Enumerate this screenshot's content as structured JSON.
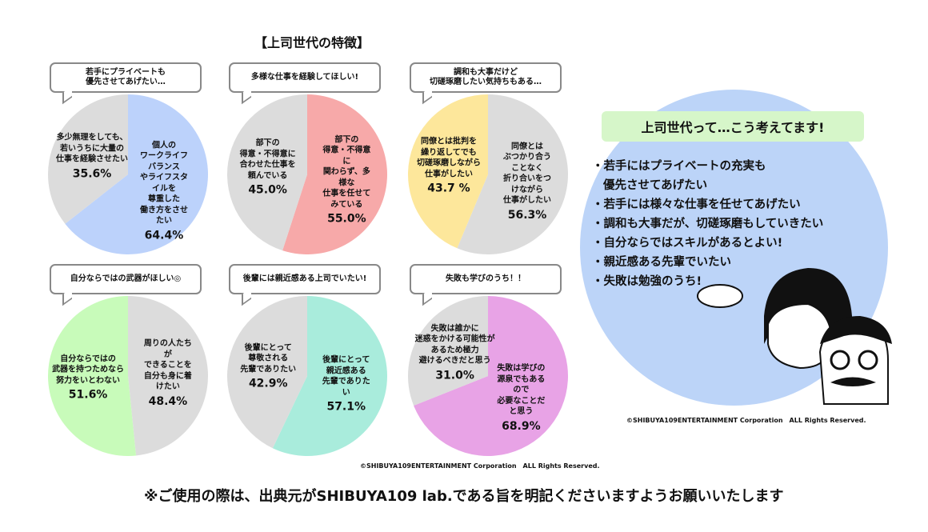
{
  "title": "【上司世代の特徴】",
  "chart_data": [
    {
      "type": "pie",
      "title": "若手にプライベートも\n優先させてあげたい…",
      "slices": [
        {
          "label": "個人の\nワークライフバランス\nやライフスタイルを\n尊重した\n働き方をさせたい",
          "value": 64.4,
          "pct": "64.4%",
          "color": "#bcd2fb"
        },
        {
          "label": "多少無理をしても、\n若いうちに大量の\n仕事を経験させたい",
          "value": 35.6,
          "pct": "35.6%",
          "color": "#dcdcdc"
        }
      ]
    },
    {
      "type": "pie",
      "title": "多様な仕事を経験してほしい!",
      "slices": [
        {
          "label": "部下の\n得意・不得意に\n関わらず、多様な\n仕事を任せてみている",
          "value": 55.0,
          "pct": "55.0%",
          "color": "#f7a9a9"
        },
        {
          "label": "部下の\n得意・不得意に\n合わせた仕事を\n頼んでいる",
          "value": 45.0,
          "pct": "45.0%",
          "color": "#dcdcdc"
        }
      ]
    },
    {
      "type": "pie",
      "title": "調和も大事だけど\n切磋琢磨したい気持ちもある…",
      "slices": [
        {
          "label": "同僚とは\nぶつかり合うことなく\n折り合いをつけながら\n仕事がしたい",
          "value": 56.3,
          "pct": "56.3%",
          "color": "#dcdcdc"
        },
        {
          "label": "同僚とは批判を\n繰り返してでも\n切磋琢磨しながら\n仕事がしたい",
          "value": 43.7,
          "pct": "43.7 %",
          "color": "#fde79b"
        }
      ]
    },
    {
      "type": "pie",
      "title": "自分ならではの武器がほしい◎",
      "slices": [
        {
          "label": "周りの人たちが\nできることを\n自分も身に着けたい",
          "value": 48.4,
          "pct": "48.4%",
          "color": "#dcdcdc"
        },
        {
          "label": "自分ならではの\n武器を持つためなら\n努力をいとわない",
          "value": 51.6,
          "pct": "51.6%",
          "color": "#c8fbba"
        }
      ]
    },
    {
      "type": "pie",
      "title": "後輩には親近感ある上司でいたい!",
      "slices": [
        {
          "label": "後輩にとって\n親近感ある\n先輩でありたい",
          "value": 57.1,
          "pct": "57.1%",
          "color": "#a9ecdc"
        },
        {
          "label": "後輩にとって\n尊敬される\n先輩でありたい",
          "value": 42.9,
          "pct": "42.9%",
          "color": "#dcdcdc"
        }
      ]
    },
    {
      "type": "pie",
      "title": "失敗も学びのうち！！",
      "slices": [
        {
          "label": "失敗は学びの\n源泉でもあるので\n必要なことだと思う",
          "value": 68.9,
          "pct": "68.9%",
          "color": "#e8a3e6"
        },
        {
          "label": "失敗は誰かに\n迷惑をかける可能性が\nあるため極力\n避けるべきだと思う",
          "value": 31.0,
          "pct": "31.0%",
          "color": "#dcdcdc"
        }
      ]
    }
  ],
  "copyright_left": "©SHIBUYA109ENTERTAINMENT Corporation　ALL Rights Reserved.",
  "summary": {
    "heading": "上司世代って…こう考えてます!",
    "bullets": [
      "・若手にはプライベートの充実も\n優先させてあげたい",
      "・若手には様々な仕事を任せてあげたい",
      "・調和も大事だが、切磋琢磨もしていきたい",
      "・自分ならではスキルがあるとよい!",
      "・親近感ある先輩でいたい",
      "・失敗は勉強のうち!"
    ],
    "copyright": "©SHIBUYA109ENTERTAINMENT Corporation　ALL Rights Reserved."
  },
  "note": "※ご使用の際は、出典元がSHIBUYA109 lab.である旨を明記くださいますようお願いいたします"
}
